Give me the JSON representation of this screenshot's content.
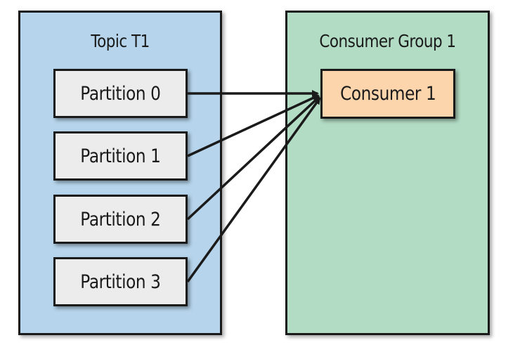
{
  "topic": {
    "title": "Topic T1",
    "partitions": [
      {
        "label": "Partition 0"
      },
      {
        "label": "Partition 1"
      },
      {
        "label": "Partition 2"
      },
      {
        "label": "Partition 3"
      }
    ]
  },
  "consumer_group": {
    "title": "Consumer Group 1",
    "consumers": [
      {
        "label": "Consumer 1"
      }
    ]
  },
  "colors": {
    "topic_fill": "#b6d5ec",
    "group_fill": "#b2dcc4",
    "partition_fill": "#ececec",
    "consumer_fill": "#fcd5ad",
    "stroke": "#1a1a1a"
  },
  "edges": [
    {
      "from": "Partition 0",
      "to": "Consumer 1"
    },
    {
      "from": "Partition 1",
      "to": "Consumer 1"
    },
    {
      "from": "Partition 2",
      "to": "Consumer 1"
    },
    {
      "from": "Partition 3",
      "to": "Consumer 1"
    }
  ]
}
